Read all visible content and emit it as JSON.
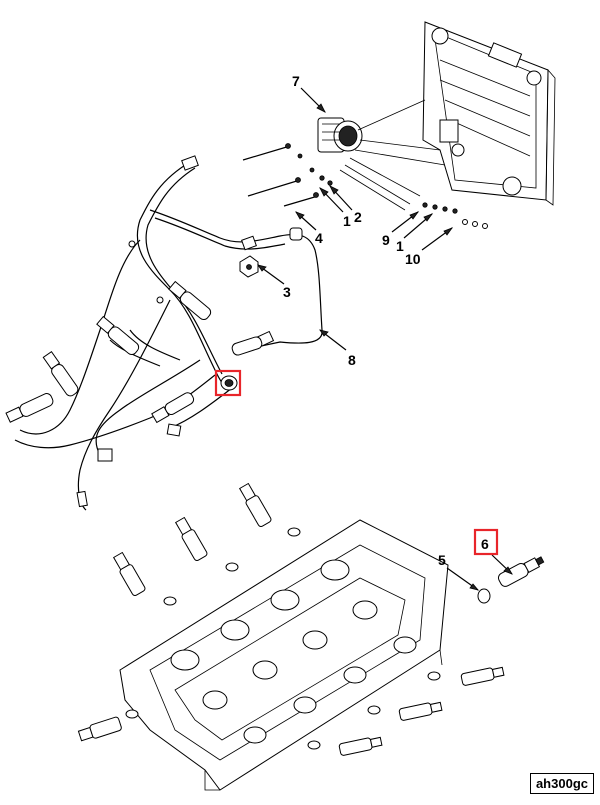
{
  "callouts": [
    {
      "id": "c7",
      "text": "7"
    },
    {
      "id": "c1a",
      "text": "1"
    },
    {
      "id": "c2",
      "text": "2"
    },
    {
      "id": "c4",
      "text": "4"
    },
    {
      "id": "c3",
      "text": "3"
    },
    {
      "id": "c9",
      "text": "9"
    },
    {
      "id": "c1b",
      "text": "1"
    },
    {
      "id": "c10",
      "text": "10"
    },
    {
      "id": "c8",
      "text": "8"
    },
    {
      "id": "c5",
      "text": "5"
    },
    {
      "id": "c6",
      "text": "6"
    }
  ],
  "figure_code": "ah300gc",
  "colors": {
    "highlight": "#e8252a",
    "ink": "#000000",
    "background": "#ffffff"
  }
}
